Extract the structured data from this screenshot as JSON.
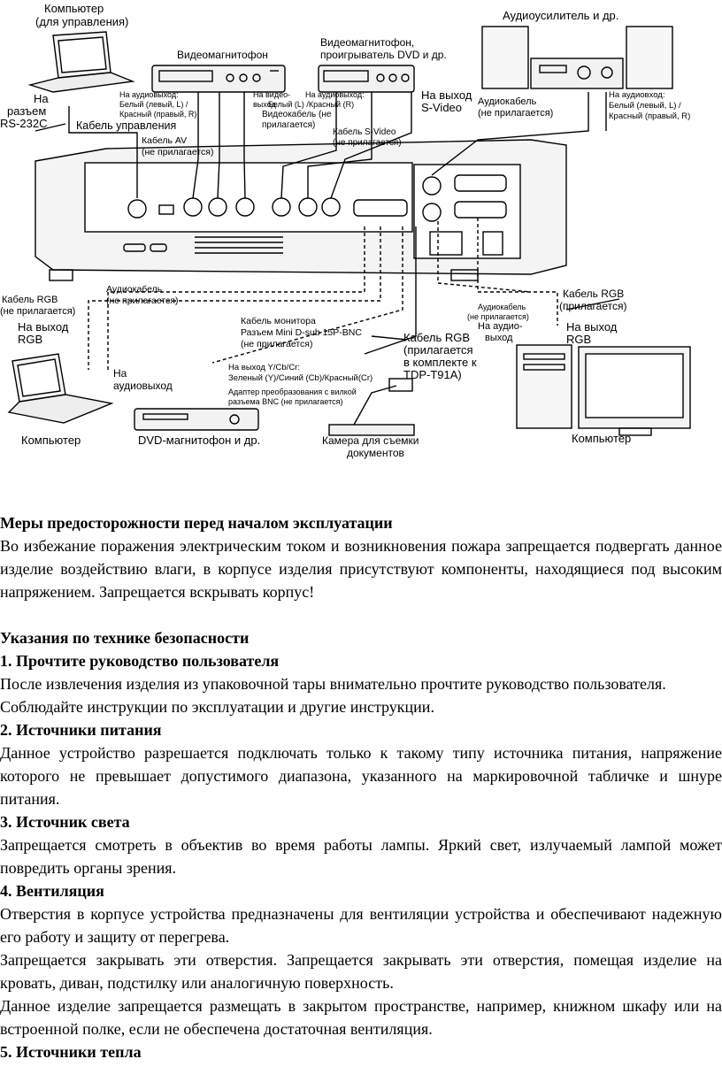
{
  "diagram": {
    "labels": {
      "computer_control": "Компьютер\n(для управления)",
      "rs232": "На\nразъем\nRS-232C",
      "control_cable": "Кабель управления",
      "vcr1": "Видеомагнитофон",
      "vcr1_audio_out": "На аудиовыход:\nБелый (левый, L) /\nКрасный (правый, R)",
      "vcr1_video_out": "На видео-\nвыход",
      "av_cable": "Кабель AV\n(не прилагается)",
      "vcr2": "Видеомагнитофон,\nпроигрыватель DVD и др.",
      "vcr2_audio_out": "На аудиовыход:\nБелый (L) /Красный (R)",
      "video_cable": "Видеокабель (не\nприлагается)",
      "svideo_out": "На выход\nS-Video",
      "svideo_cable": "Кабель S-Video\n(не прилагается)",
      "amplifier": "Аудиоусилитель и др.",
      "audio_cable_top": "Аудиокабель\n(не прилагается)",
      "audio_in": "На аудиовход:\nБелый (левый, L) /\nКрасный (правый, R)",
      "rgb_cable_left": "Кабель RGB\n(не прилагается)",
      "audio_cable_left": "Аудиокабель\n(не прилагается)",
      "rgb_out_left": "На выход\nRGB",
      "audio_out_left": "На\nаудиовыход",
      "monitor_cable": "Кабель монитора\nРазъем Mini D-sub 15P-BNC\n(не прилагается)",
      "ycbcr_out": "На выход Y/Cb/Cr:\nЗеленый (Y)/Синий (Cb)/Красный(Cr)",
      "bnc_adapter": "Адаптер преобразования с вилкой\nразъема BNC (не прилагается)",
      "rgb_cable_doc": "Кабель RGB\n(прилагается\nв комплекте к\nTDP-T91A)",
      "audio_cable_right": "Аудиокабель\n(не прилагается)",
      "audio_out_right": "На аудио-\nвыход",
      "rgb_cable_right": "Кабель RGB\n(прилагается)",
      "rgb_out_right": "На выход\nRGB",
      "computer_left": "Компьютер",
      "dvd": "DVD-магнитофон и др.",
      "doc_camera": "Камера для съемки\nдокументов",
      "computer_right": "Компьютер"
    }
  },
  "doc": {
    "precautions_title": "Меры предосторожности перед началом эксплуатации",
    "precautions_text": "Во избежание поражения электрическим током и возникновения пожара запрещается подвергать данное изделие воздействию влаги, в корпусе изделия присутствуют компоненты, находящиеся под высоким напряжением. Запрещается вскрывать корпус!",
    "safety_title": "Указания по технике безопасности",
    "sections": [
      {
        "heading": "1. Прочтите руководство пользователя",
        "paragraphs": [
          "После извлечения изделия из упаковочной тары внимательно прочтите руководство пользователя.",
          "Соблюдайте инструкции по эксплуатации и другие инструкции."
        ]
      },
      {
        "heading": "2. Источники питания",
        "paragraphs": [
          "Данное устройство разрешается подключать только к такому типу источника питания, напряжение которого не превышает допустимого диапазона, указанного на маркировочной табличке и шнуре питания."
        ]
      },
      {
        "heading": "3. Источник света",
        "paragraphs": [
          "Запрещается смотреть в объектив во время работы лампы. Яркий свет, излучаемый лампой может повредить органы зрения."
        ]
      },
      {
        "heading": "4. Вентиляция",
        "paragraphs": [
          "Отверстия в корпусе устройства предназначены для вентиляции устройства и обеспечивают надежную его работу и защиту от перегрева.",
          "Запрещается закрывать эти отверстия. Запрещается закрывать эти отверстия, помещая изделие на кровать, диван, подстилку или аналогичную поверхность.",
          "Данное изделие запрещается размещать в закрытом пространстве, например, книжном шкафу или на встроенной полке, если не обеспечена достаточная вентиляция."
        ]
      },
      {
        "heading": "5. Источники тепла",
        "paragraphs": []
      }
    ]
  }
}
